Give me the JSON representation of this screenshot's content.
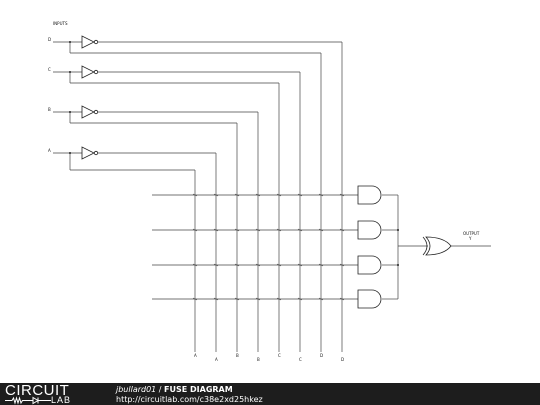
{
  "diagram": {
    "inputs_header": "INPUTS",
    "inputs": [
      {
        "name": "D"
      },
      {
        "name": "C"
      },
      {
        "name": "B"
      },
      {
        "name": "A"
      }
    ],
    "column_labels": [
      "A",
      "A",
      "B",
      "B",
      "C",
      "C",
      "D",
      "D"
    ],
    "output_title": "OUTPUT",
    "output_name": "Y"
  },
  "footer": {
    "logo_top": "CIRCUIT",
    "logo_bottom": "LAB",
    "user": "jbullard01",
    "separator": " / ",
    "title": "FUSE DIAGRAM",
    "url": "http://circuitlab.com/c38e2xd25hkez"
  },
  "colors": {
    "wire": "#444444",
    "footer_bg": "#1d1d1d"
  }
}
